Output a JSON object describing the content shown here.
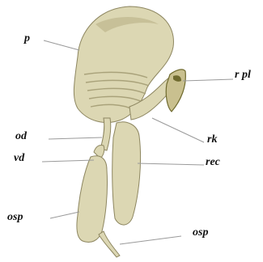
{
  "labels": {
    "p": "p",
    "r_pl": "r pl",
    "rk": "rk",
    "od": "od",
    "vd": "vd",
    "rec": "rec",
    "osp_left": "osp",
    "osp_bottom": "osp"
  },
  "colors": {
    "organ_fill": "#dcd7b3",
    "organ_shade": "#bdb68d",
    "outline": "#8d8660",
    "plate_dark": "#6f6a2e",
    "leader": "#9a9a9a"
  }
}
